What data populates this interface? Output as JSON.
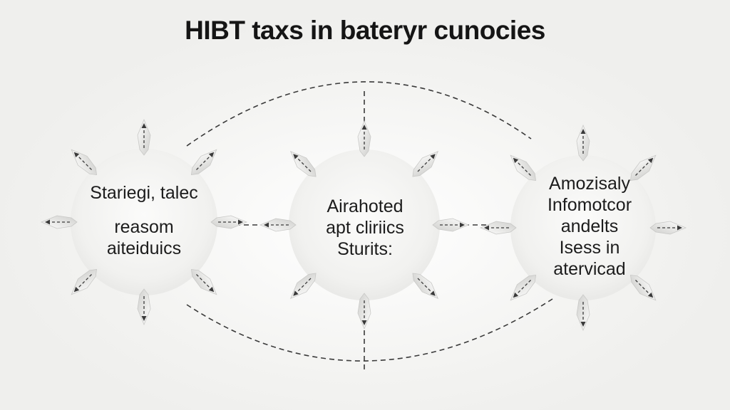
{
  "diagram": {
    "title": "HIBT taxs in bateryr cunocies",
    "nodes": [
      {
        "id": "left",
        "lines": [
          "Stariegi, talec",
          "reasom",
          "aiteiduics"
        ]
      },
      {
        "id": "center",
        "lines": [
          "Airahoted",
          "apt cliriics",
          "Sturits:"
        ]
      },
      {
        "id": "right",
        "lines": [
          "Amozisaly",
          "Infomotcor",
          "andelts",
          "Isess in",
          "atervicad"
        ]
      }
    ],
    "colors": {
      "background": "#f6f6f4",
      "node_fill": "#f2f2f0",
      "stroke": "#3a3a3a",
      "crystal": "#e4e4e2"
    },
    "icons": [
      "crystal-spike-icon",
      "arrow-icon"
    ]
  }
}
